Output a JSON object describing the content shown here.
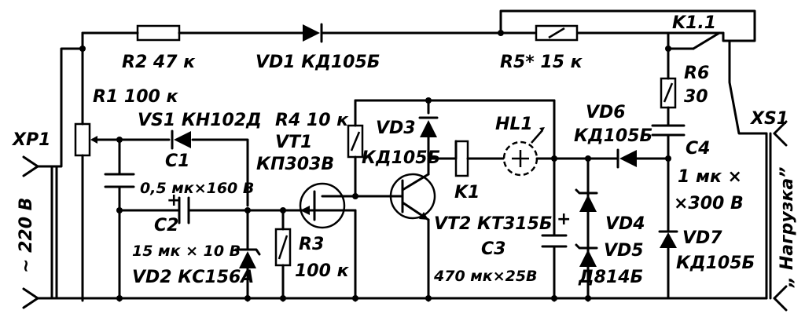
{
  "title": "Schematic diagram",
  "labels": {
    "r2": "R2  47 к",
    "vd1": "VD1  КД105Б",
    "r5": "R5* 15 к",
    "k11": "K1.1",
    "r1": "R1  100 к",
    "vs1": "VS1  КН102Д",
    "r4": "R4  10 к",
    "vt1": "VT1",
    "vt1_type": "КП303В",
    "vd3": "VD3",
    "vd3_type": "КД105Б",
    "hl1": "HL1",
    "vd6": "VD6",
    "vd6_type": "КД105Б",
    "r6": "R6",
    "r6_val": "30",
    "c4": "C4",
    "c4_val1": "1 мк ×",
    "c4_val2": "×300 В",
    "xs1": "XS1",
    "xp1": "XP1",
    "mains": "~ 220 В",
    "c1": "C1",
    "c1_val": "0,5 мк×160 В",
    "c2": "C2",
    "c2_val": "15 мк × 10 В",
    "vd2": "VD2  КС156А",
    "r3": "R3",
    "r3_val": "100 к",
    "k1": "K1",
    "vt2": "VT2  КТ315Б",
    "c3": "C3",
    "c3_val": "470 мк×25В",
    "vd4": "VD4",
    "vd5": "VD5",
    "vd45_type": "Д814Б",
    "vd7": "VD7",
    "vd7_type": "КД105Б",
    "load": "„ Нагрузка”",
    "plus_c2": "+",
    "plus_c3": "+"
  }
}
